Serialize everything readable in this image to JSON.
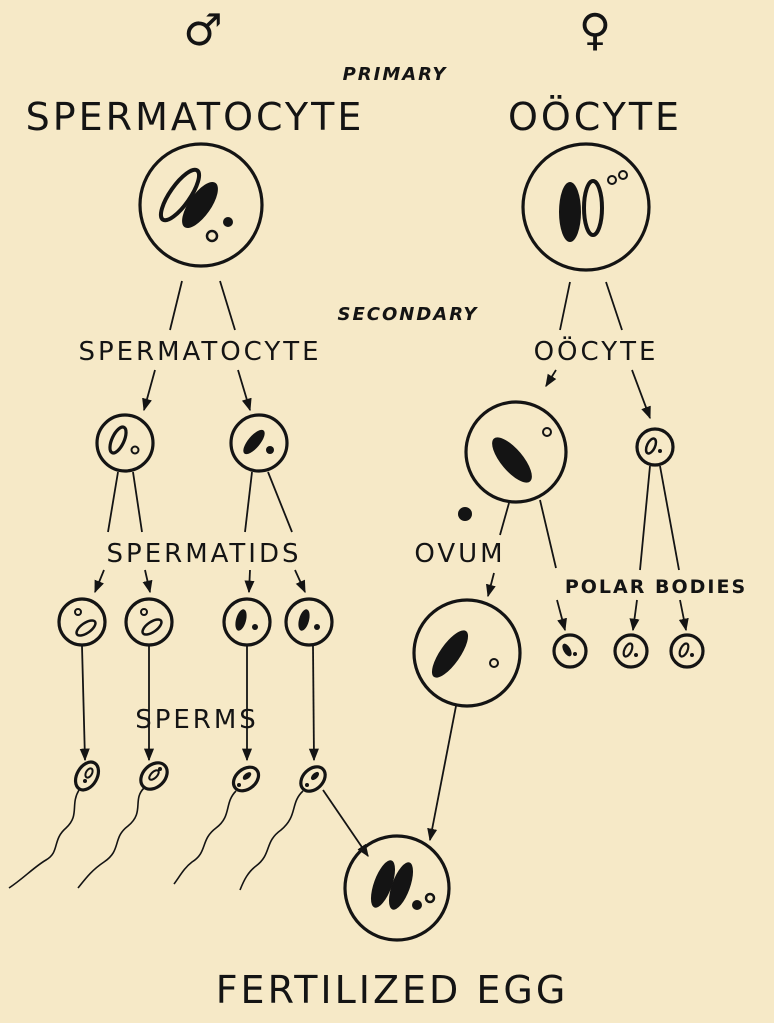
{
  "symbols": {
    "male": "♂",
    "female": "♀"
  },
  "labels": {
    "primary": "PRIMARY",
    "spermatocyte_primary": "SPERMATOCYTE",
    "oocyte_primary": "OÖCYTE",
    "secondary": "SECONDARY",
    "spermatocyte_secondary": "SPERMATOCYTE",
    "oocyte_secondary": "OÖCYTE",
    "spermatids": "SPERMATIDS",
    "ovum": "OVUM",
    "polar_bodies": "POLAR BODIES",
    "sperms": "SPERMS",
    "fertilized_egg": "FERTILIZED EGG"
  },
  "colors": {
    "background": "#f6e9c7",
    "ink": "#141414"
  }
}
